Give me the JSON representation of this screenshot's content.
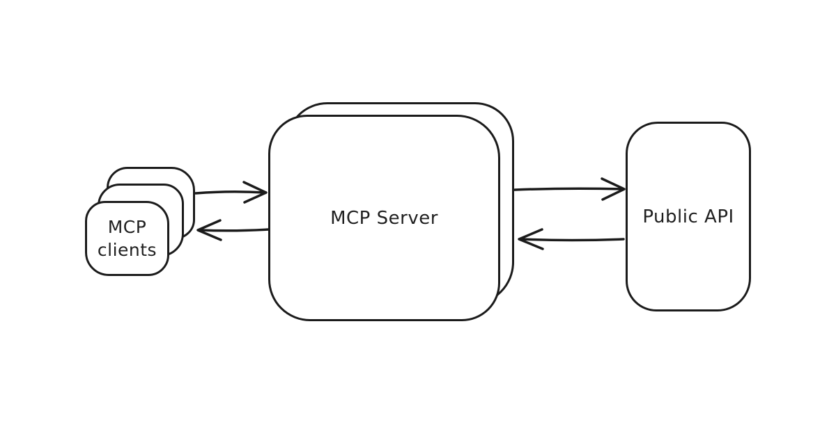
{
  "diagram": {
    "type": "architecture-flow",
    "style": "hand-drawn",
    "colors": {
      "background": "#ffffff",
      "stroke": "#1b1b1b",
      "text": "#1f1f1f"
    },
    "nodes": {
      "clients": {
        "label": "MCP clients",
        "shape": "stacked-rounded-cards",
        "stack_count": 3
      },
      "server": {
        "label": "MCP Server",
        "shape": "stacked-rounded-box",
        "stack_count": 2
      },
      "api": {
        "label": "Public API",
        "shape": "rounded-box"
      }
    },
    "edges": [
      {
        "from": "clients",
        "to": "server",
        "direction": "right",
        "label": ""
      },
      {
        "from": "server",
        "to": "clients",
        "direction": "left",
        "label": ""
      },
      {
        "from": "server",
        "to": "api",
        "direction": "right",
        "label": ""
      },
      {
        "from": "api",
        "to": "server",
        "direction": "left",
        "label": ""
      }
    ]
  }
}
